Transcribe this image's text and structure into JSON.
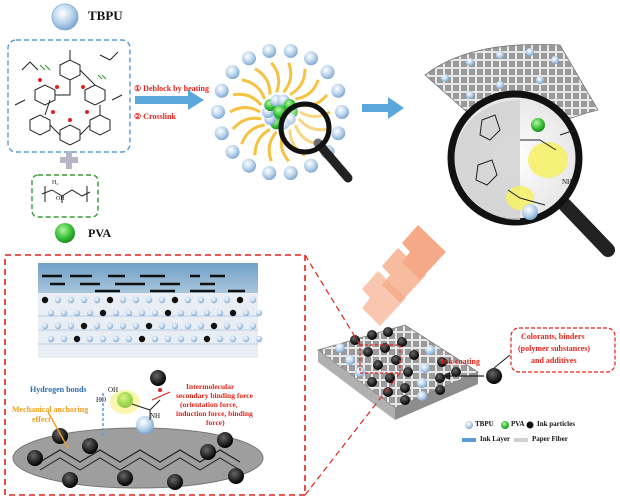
{
  "labels": {
    "tbpu": "TBPU",
    "pva": "PVA",
    "step1": "① Deblock  by heating",
    "step2": "②  Crosslink",
    "ink_coating": "Ink coating",
    "colorants_line1": "Colorants, binders",
    "colorants_line2": "(polymer substances)",
    "colorants_line3": "and additives",
    "hydrogen_bonds": "Hydrogen bonds",
    "mech_line1": "Mechanical anchoring",
    "mech_line2": "effect",
    "inter_line1": "Intermolecular",
    "inter_line2": "secondary binding force",
    "inter_line3": "(orientation force,",
    "inter_line4": "induction force, binding",
    "inter_line5": "force)",
    "legend_tbpu": "TBPU",
    "legend_pva": "PVA",
    "legend_ink": "Ink particles",
    "legend_ink_layer": "Ink Layer",
    "legend_paper": "Paper Fiber",
    "oh": "OH",
    "nh": "NH",
    "ho": "HO",
    "h2": "H₂"
  },
  "colors": {
    "tbpu_blue": "#9dc3e6",
    "pva_green": "#3cc43c",
    "arrow_blue": "#5aa7dc",
    "arrow_orange": "#f4a07a",
    "dashed_red": "#e0241b",
    "dashed_blue": "#5b9bd5",
    "dashed_green": "#3a9a3a",
    "yellow_chain": "#f5c242"
  }
}
